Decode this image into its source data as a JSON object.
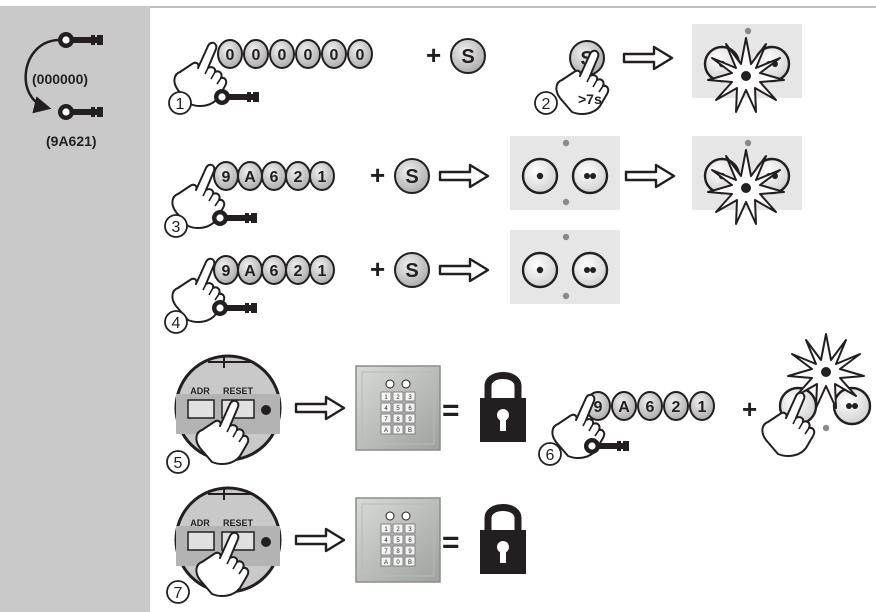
{
  "sidebar": {
    "old_code": "(000000)",
    "new_code": "(9A621)"
  },
  "steps": [
    {
      "number": "1",
      "digits": [
        "0",
        "0",
        "0",
        "0",
        "0",
        "0"
      ],
      "plus": "+",
      "button": "S"
    },
    {
      "number": "2",
      "button": "S",
      "hold_label": ">7s"
    },
    {
      "number": "3",
      "digits": [
        "9",
        "A",
        "6",
        "2",
        "1"
      ],
      "plus": "+",
      "button": "S"
    },
    {
      "number": "4",
      "digits": [
        "9",
        "A",
        "6",
        "2",
        "1"
      ],
      "plus": "+",
      "button": "S"
    },
    {
      "number": "5",
      "panel_labels": [
        "ADR",
        "RESET"
      ],
      "equals": "="
    },
    {
      "number": "6",
      "digits": [
        "9",
        "A",
        "6",
        "2",
        "1"
      ],
      "plus": "+"
    },
    {
      "number": "7",
      "panel_labels": [
        "ADR",
        "RESET"
      ],
      "equals": "="
    }
  ],
  "keypad": {
    "keys": [
      "1",
      "2",
      "3",
      "4",
      "5",
      "6",
      "7",
      "8",
      "9",
      "A",
      "0",
      "B"
    ]
  },
  "colors": {
    "sidebar": "#c9c9c9",
    "key_fill": "#bdbdbd",
    "ink": "#231f20",
    "led_panel": "#e6e6e6",
    "lock": "#231f20"
  }
}
